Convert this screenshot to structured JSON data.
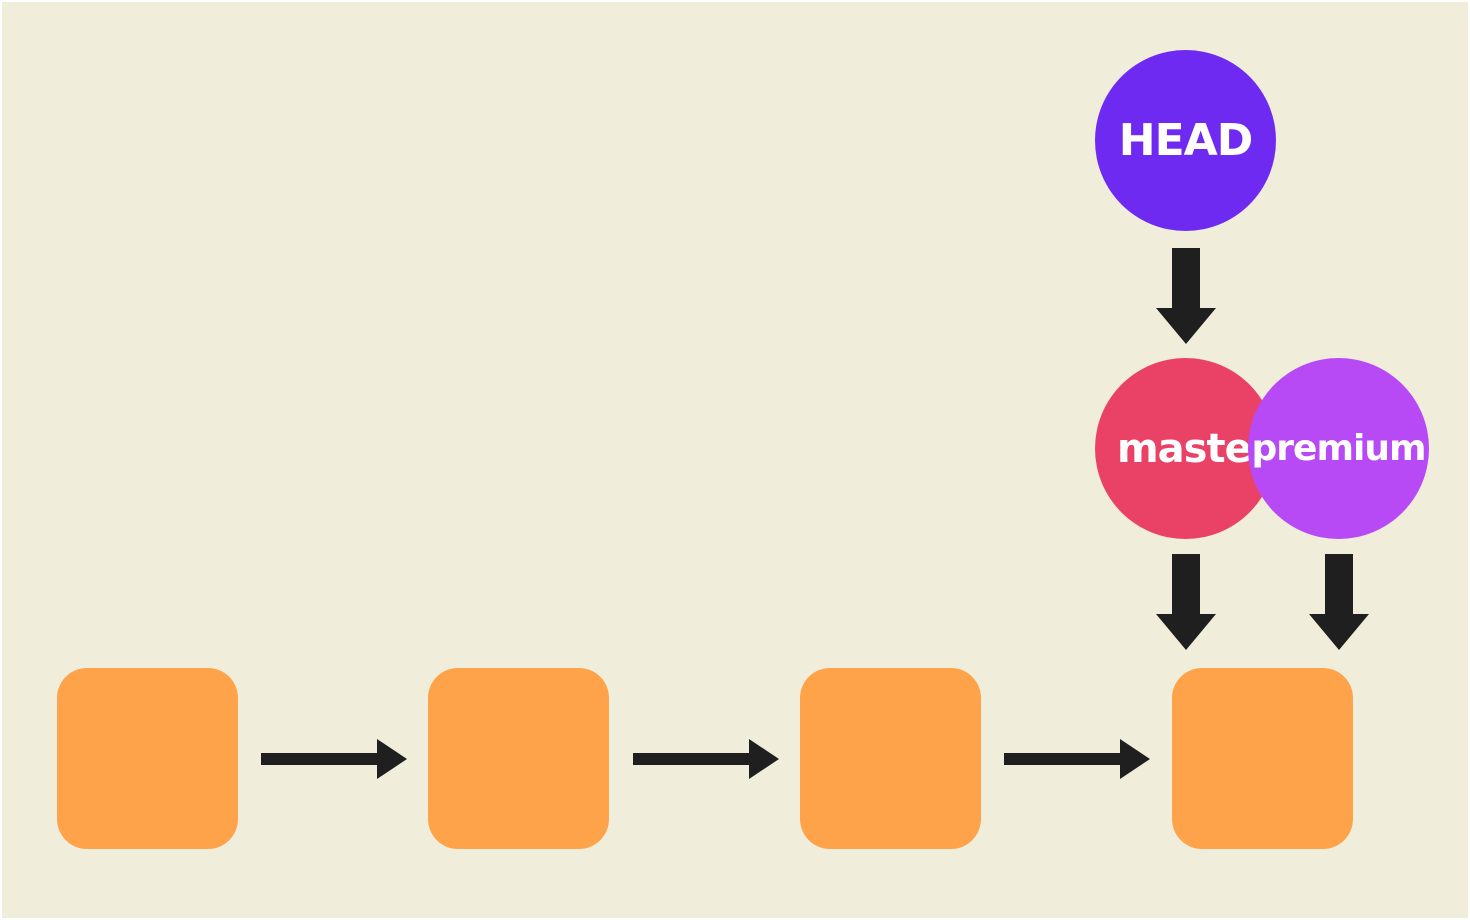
{
  "diagram": {
    "background_color": "#f0eedb",
    "commit_color": "#fea34a",
    "arrow_color": "#1f1f1f",
    "refs": {
      "head": {
        "label": "HEAD",
        "color": "#6f2af2"
      },
      "master": {
        "label": "master",
        "color": "#ea4266"
      },
      "premium": {
        "label": "premium",
        "color": "#b84af5"
      }
    },
    "commits": [
      {
        "id": "commit-1"
      },
      {
        "id": "commit-2"
      },
      {
        "id": "commit-3"
      },
      {
        "id": "commit-4"
      }
    ]
  }
}
